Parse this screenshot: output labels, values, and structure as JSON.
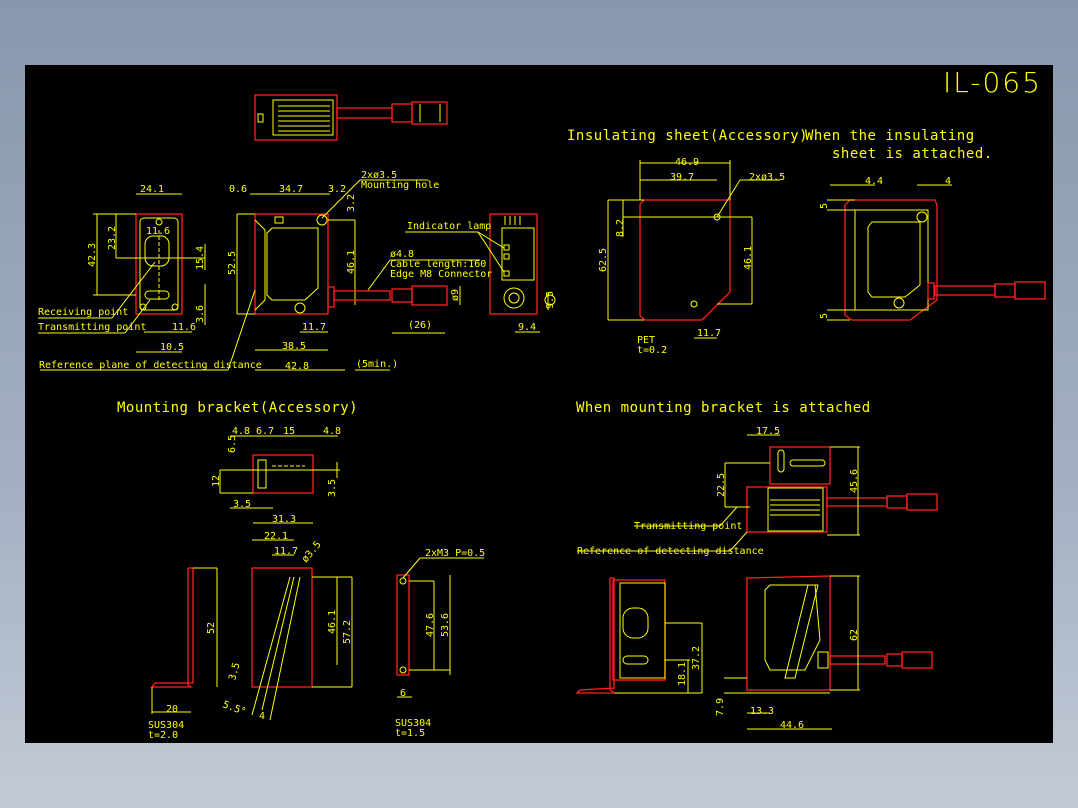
{
  "drawing": {
    "title": "IL-065",
    "colors": {
      "background": "#000000",
      "dimension": "#ffff00",
      "outline": "#ff0000"
    },
    "main_view": {
      "mounting_hole": "2xø3.5",
      "mounting_hole_label": "Mounting hole",
      "cable_dia": "ø4.8",
      "cable_length": "Cable length:160",
      "connector": "Edge M8 Connector",
      "indicator_lamp": "Indicator lamp",
      "receiving_point": "Receiving point",
      "transmitting_point": "Transmitting point",
      "reference_plane": "Reference plane of detecting distance",
      "dims": [
        "24.1",
        "0.6",
        "34.7",
        "3.2",
        "3.2",
        "42.3",
        "23.2",
        "11.6",
        "15.4",
        "3.6",
        "11.6",
        "10.5",
        "52.5",
        "46.1",
        "11.7",
        "38.5",
        "42.8",
        "(5min.)",
        "(26)",
        "ø9",
        "9.5",
        "9.4"
      ]
    },
    "insulating_sheet": {
      "title": "Insulating sheet(Accessory)",
      "holes": "2xø3.5",
      "material": "PET",
      "thickness": "t=0.2",
      "dims": [
        "46.9",
        "39.7",
        "8.2",
        "62.5",
        "46.1",
        "11.7"
      ]
    },
    "sheet_attached": {
      "title_line1": "When the insulating",
      "title_line2": "sheet is attached.",
      "dims": [
        "4.4",
        "4",
        "5",
        "5"
      ]
    },
    "mounting_bracket": {
      "title": "Mounting bracket(Accessory)",
      "dims": [
        "4.8",
        "6.7",
        "15",
        "4.8",
        "6.5",
        "12",
        "3.5",
        "3.5",
        "31.3",
        "22.1",
        "11.7",
        "ø3.5",
        "52",
        "46.1",
        "57.2",
        "3.5",
        "20",
        "5.5°",
        "4"
      ],
      "material_1": "SUS304",
      "thickness_1": "t=2.0",
      "thread": "2xM3 P=0.5",
      "dims_2": [
        "47.6",
        "53.6",
        "6"
      ],
      "material_2": "SUS304",
      "thickness_2": "t=1.5"
    },
    "bracket_attached": {
      "title": "When mounting bracket is attached",
      "transmitting_point": "Transmitting point",
      "reference": "Reference of detecting distance",
      "dims": [
        "17.5",
        "22.5",
        "45.6",
        "37.2",
        "18.1",
        "62",
        "7.9",
        "13.3",
        "44.6"
      ]
    }
  }
}
